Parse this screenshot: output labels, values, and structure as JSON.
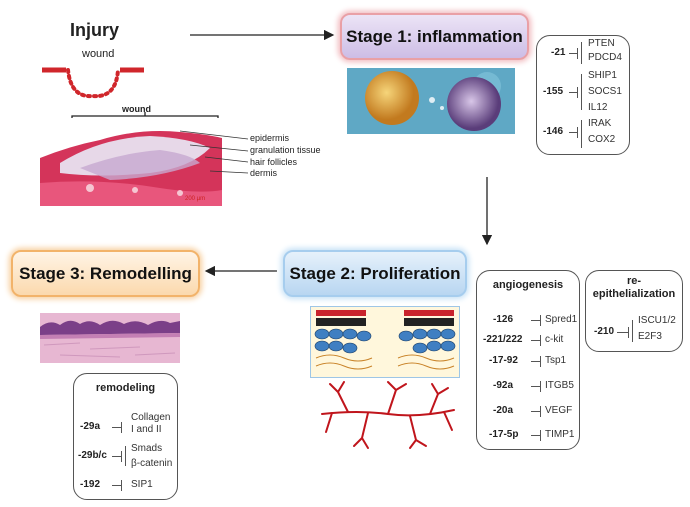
{
  "injury": {
    "title": "Injury",
    "wound_top": "wound",
    "wound_histo": "wound",
    "layers": [
      "epidermis",
      "granulation tissue",
      "hair follicles",
      "dermis"
    ],
    "scale_bar": "200 µm"
  },
  "stages": {
    "s1": "Stage 1: inflammation",
    "s2": "Stage 2: Proliferation",
    "s3": "Stage 3: Remodelling"
  },
  "inflammation": {
    "groups": [
      {
        "mir": "-21",
        "targets": [
          "PTEN",
          "PDCD4"
        ]
      },
      {
        "mir": "-155",
        "targets": [
          "SHIP1",
          "SOCS1",
          "IL12"
        ]
      },
      {
        "mir": "-146",
        "targets": [
          "IRAK",
          "COX2"
        ]
      }
    ]
  },
  "angiogenesis": {
    "title": "angiogenesis",
    "rows": [
      {
        "mir": "-126",
        "target": "Spred1"
      },
      {
        "mir": "-221/222",
        "target": "c-kit"
      },
      {
        "mir": "-17-92",
        "target": "Tsp1"
      },
      {
        "mir": "-92a",
        "target": "ITGB5"
      },
      {
        "mir": "-20a",
        "target": "VEGF"
      },
      {
        "mir": "-17-5p",
        "target": "TIMP1"
      }
    ]
  },
  "reepi": {
    "title_l1": "re-",
    "title_l2": "epithelialization",
    "mir": "-210",
    "targets": [
      "ISCU1/2",
      "E2F3"
    ]
  },
  "remodeling": {
    "title": "remodeling",
    "rows": [
      {
        "mir": "-29a",
        "targets": [
          "Collagen",
          "I and II"
        ]
      },
      {
        "mir": "-29b/c",
        "targets": [
          "Smads",
          "β-catenin"
        ]
      },
      {
        "mir": "-192",
        "targets": [
          "SIP1"
        ]
      }
    ]
  }
}
